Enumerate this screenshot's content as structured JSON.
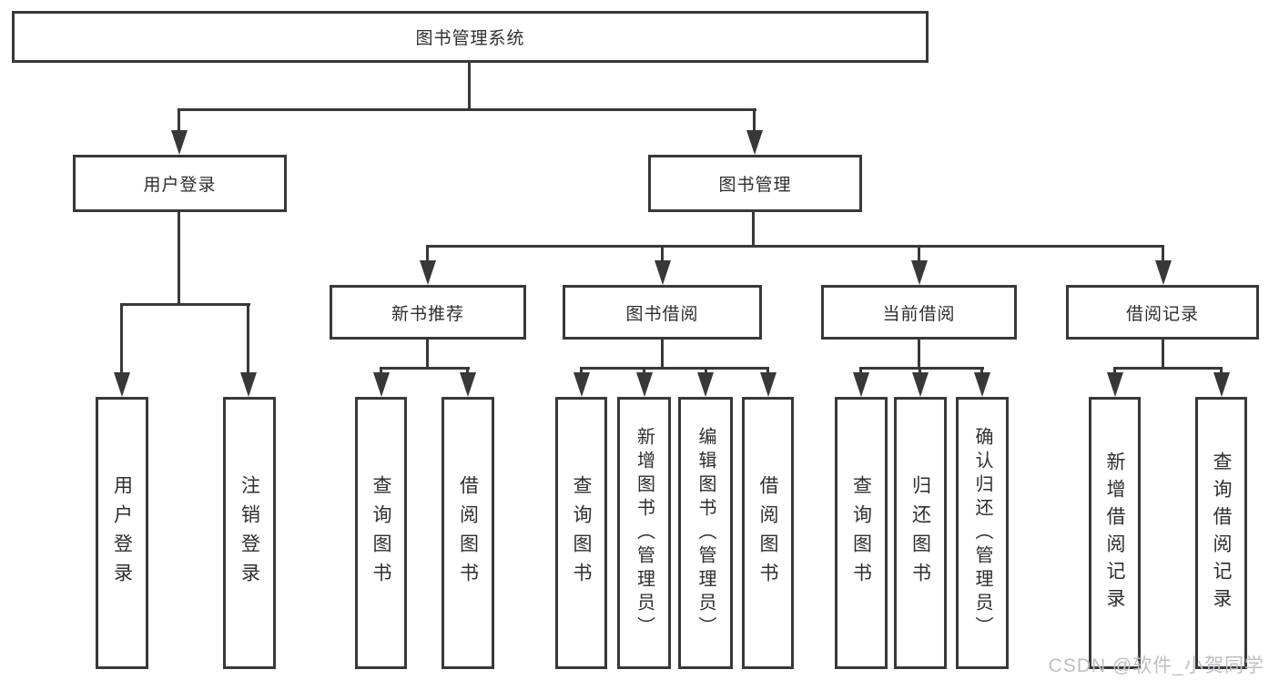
{
  "diagram": {
    "title": "图书管理系统",
    "type": "hierarchy-tree",
    "nodes": {
      "root": "图书管理系统",
      "user_login": "用户登录",
      "book_mgmt": "图书管理",
      "new_book_rec": "新书推荐",
      "book_borrow": "图书借阅",
      "current_borrow": "当前借阅",
      "borrow_record": "借阅记录",
      "v_user_login": "用户登录",
      "v_logout": "注销登录",
      "v_query_book_1": "查询图书",
      "v_borrow_book_1": "借阅图书",
      "v_query_book_2": "查询图书",
      "v_add_book": "新增图书（管理员）",
      "v_edit_book": "编辑图书（管理员）",
      "v_borrow_book_2": "借阅图书",
      "v_query_book_3": "查询图书",
      "v_return_book": "归还图书",
      "v_confirm_return": "确认归还（管理员）",
      "v_add_record": "新增借阅记录",
      "v_query_record": "查询借阅记录"
    },
    "edges": [
      [
        "root",
        "user_login"
      ],
      [
        "root",
        "book_mgmt"
      ],
      [
        "user_login",
        "v_user_login"
      ],
      [
        "user_login",
        "v_logout"
      ],
      [
        "book_mgmt",
        "new_book_rec"
      ],
      [
        "book_mgmt",
        "book_borrow"
      ],
      [
        "book_mgmt",
        "current_borrow"
      ],
      [
        "book_mgmt",
        "borrow_record"
      ],
      [
        "new_book_rec",
        "v_query_book_1"
      ],
      [
        "new_book_rec",
        "v_borrow_book_1"
      ],
      [
        "book_borrow",
        "v_query_book_2"
      ],
      [
        "book_borrow",
        "v_add_book"
      ],
      [
        "book_borrow",
        "v_edit_book"
      ],
      [
        "book_borrow",
        "v_borrow_book_2"
      ],
      [
        "current_borrow",
        "v_query_book_3"
      ],
      [
        "current_borrow",
        "v_return_book"
      ],
      [
        "current_borrow",
        "v_confirm_return"
      ],
      [
        "borrow_record",
        "v_add_record"
      ],
      [
        "borrow_record",
        "v_query_record"
      ]
    ],
    "watermark": "CSDN @软件_小贺同学",
    "colors": {
      "line": "#383838",
      "text": "#2e2e2e",
      "watermark": "#bfbfc3",
      "background": "#ffffff"
    }
  }
}
